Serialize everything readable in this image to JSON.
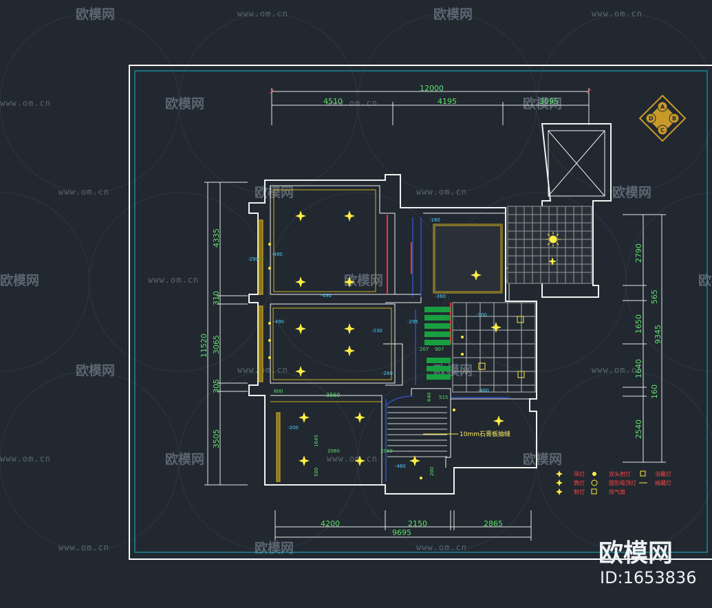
{
  "title": "",
  "colors": {
    "background": "#212830",
    "frame": "#ffffff",
    "inner_frame": "#18b8c8",
    "walls": "#f2f2f2",
    "dimensions": "#5fe06a",
    "levels": "#4fd2ff",
    "notes": "#ffee66",
    "legend": "#ff4444",
    "compass": "#c89a2a",
    "watermark": "#5b6672"
  },
  "dimensions": {
    "top": {
      "total": "12000",
      "parts": [
        "4510",
        "4195",
        "3095"
      ]
    },
    "bottom": {
      "total": "9695",
      "parts": [
        "4200",
        "2150",
        "2865"
      ]
    },
    "left": {
      "total": "11520",
      "parts": [
        "4335",
        "310",
        "3065",
        "305",
        "3505"
      ]
    },
    "right": {
      "total": "9345",
      "parts": [
        "2790",
        "565",
        "1650",
        "1640",
        "160",
        "2540"
      ]
    },
    "inner": [
      "3560",
      "2060",
      "2060",
      "1645",
      "600",
      "500",
      "640",
      "515",
      "907",
      "207",
      "200"
    ]
  },
  "levels": [
    "-290",
    "-490",
    "-490",
    "-490",
    "-230",
    "-280",
    "-160",
    "-360",
    "-295",
    "-300",
    "-460",
    "-460",
    "-200"
  ],
  "notes": [
    "10mm石膏板抽缝"
  ],
  "legend": {
    "items": [
      {
        "icon": "pendant-icon",
        "label": "吊灯"
      },
      {
        "icon": "downlight-icon",
        "label": "筒灯"
      },
      {
        "icon": "spotlight-icon",
        "label": "射灯"
      },
      {
        "icon": "double-spot-icon",
        "label": "双头射灯"
      },
      {
        "icon": "ceiling-fan-icon",
        "label": "圆形吸顶灯"
      },
      {
        "icon": "exhaust-fan-icon",
        "label": "排气扇"
      },
      {
        "icon": "bath-heater-icon",
        "label": "浴霸灯"
      },
      {
        "icon": "strip-light-icon",
        "label": "暗藏灯"
      }
    ]
  },
  "compass": {
    "labels": [
      "A",
      "B",
      "C",
      "D"
    ]
  },
  "watermark": {
    "url": "www.om.cn",
    "name": "欧模网"
  },
  "brand": {
    "name": "欧模网",
    "id": "ID:1653836"
  }
}
